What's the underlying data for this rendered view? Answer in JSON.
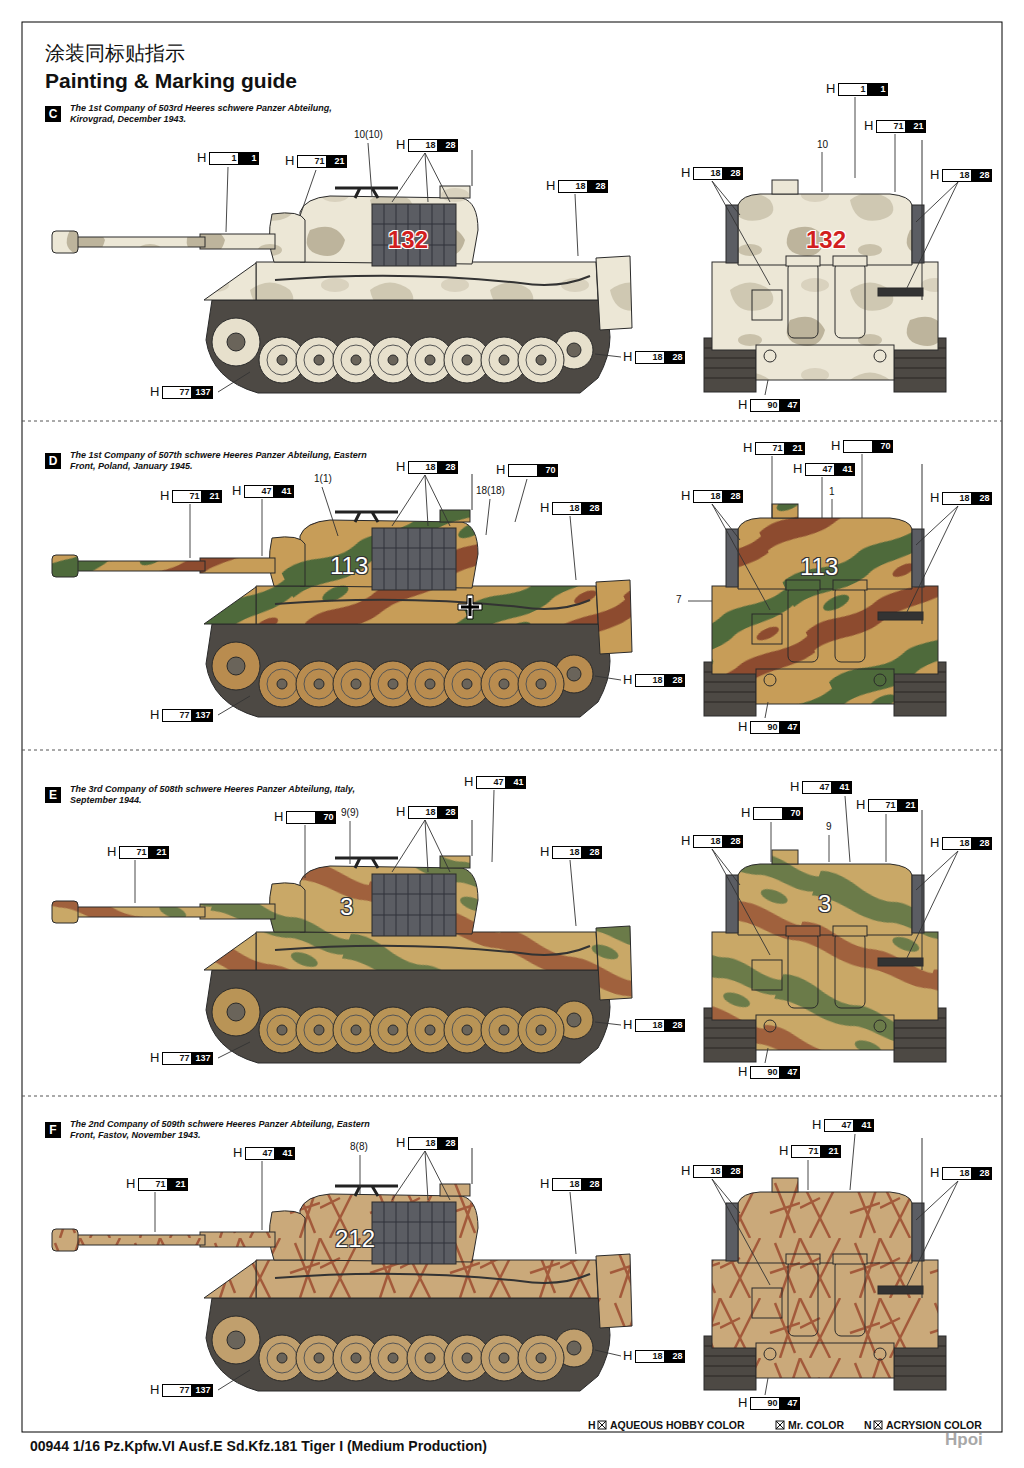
{
  "diagram": {
    "title": "Painting & Marking guide",
    "caption": "00944 1/16 Pz.Kpfw.VI Ausf.E Sd.Kfz.181 Tiger I (Medium Production)",
    "nodes": [
      {
        "text": [
          "C",
          "The 1st Company of 503rd Heeres schwere Panzer Abteilung, Kirovgrad, December 1943."
        ]
      },
      {
        "text": [
          "H",
          "1",
          "1"
        ]
      },
      {
        "text": [
          "H",
          "71",
          "21"
        ]
      },
      {
        "text": [
          "H",
          "18",
          "28"
        ]
      },
      {
        "text": [
          "H",
          "18",
          "28"
        ]
      },
      {
        "text": [
          "H",
          "18",
          "28"
        ]
      },
      {
        "text": [
          "H",
          "77",
          "137"
        ]
      },
      {
        "text": [
          "H",
          "1",
          "1"
        ]
      },
      {
        "text": [
          "H",
          "71",
          "21"
        ]
      },
      {
        "text": [
          "H",
          "18",
          "28"
        ]
      },
      {
        "text": [
          "H",
          "18",
          "28"
        ]
      },
      {
        "text": [
          "H",
          "90",
          "47"
        ]
      },
      {
        "text": [
          "D",
          "The 1st Company of 507th schwere Heeres Panzer Abteilung, Eastern Front, Poland, January 1945."
        ]
      },
      {
        "text": [
          "H",
          "71",
          "21"
        ]
      },
      {
        "text": [
          "H",
          "47",
          "41"
        ]
      },
      {
        "text": [
          "H",
          "18",
          "28"
        ]
      },
      {
        "text": [
          "H",
          "70"
        ]
      },
      {
        "text": [
          "H",
          "18",
          "28"
        ]
      },
      {
        "text": [
          "H",
          "18",
          "28"
        ]
      },
      {
        "text": [
          "H",
          "77",
          "137"
        ]
      },
      {
        "text": [
          "H",
          "71",
          "21"
        ]
      },
      {
        "text": [
          "H",
          "70"
        ]
      },
      {
        "text": [
          "H",
          "47",
          "41"
        ]
      },
      {
        "text": [
          "H",
          "18",
          "28"
        ]
      },
      {
        "text": [
          "H",
          "18",
          "28"
        ]
      },
      {
        "text": [
          "H",
          "90",
          "47"
        ]
      },
      {
        "text": [
          "E",
          "The 3rd Company of 508th schwere Heeres Panzer Abteilung, Italy, September 1944."
        ]
      },
      {
        "text": [
          "H",
          "47",
          "41"
        ]
      },
      {
        "text": [
          "H",
          "70"
        ]
      },
      {
        "text": [
          "H",
          "18",
          "28"
        ]
      },
      {
        "text": [
          "H",
          "71",
          "21"
        ]
      },
      {
        "text": [
          "H",
          "18",
          "28"
        ]
      },
      {
        "text": [
          "H",
          "18",
          "28"
        ]
      },
      {
        "text": [
          "H",
          "77",
          "137"
        ]
      },
      {
        "text": [
          "H",
          "47",
          "41"
        ]
      },
      {
        "text": [
          "H",
          "70"
        ]
      },
      {
        "text": [
          "H",
          "71",
          "21"
        ]
      },
      {
        "text": [
          "H",
          "18",
          "28"
        ]
      },
      {
        "text": [
          "H",
          "18",
          "28"
        ]
      },
      {
        "text": [
          "H",
          "90",
          "47"
        ]
      },
      {
        "text": [
          "F",
          "The 2nd Company of 509th schwere Heeres Panzer Abteilung, Eastern Front, Fastov, November 1943."
        ]
      },
      {
        "text": [
          "H",
          "18",
          "28"
        ]
      },
      {
        "text": [
          "H",
          "47",
          "41"
        ]
      },
      {
        "text": [
          "H",
          "71",
          "21"
        ]
      },
      {
        "text": [
          "H",
          "18",
          "28"
        ]
      },
      {
        "text": [
          "H",
          "18",
          "28"
        ]
      },
      {
        "text": [
          "H",
          "77",
          "137"
        ]
      },
      {
        "text": [
          "H",
          "47",
          "41"
        ]
      },
      {
        "text": [
          "H",
          "71",
          "21"
        ]
      },
      {
        "text": [
          "H",
          "18",
          "28"
        ]
      },
      {
        "text": [
          "H",
          "18",
          "28"
        ]
      },
      {
        "text": [
          "H",
          "90",
          "47"
        ]
      }
    ],
    "labels": [
      "涂装同标贴指示",
      "10(10)",
      "132",
      "10",
      "132",
      "1(1)",
      "18(18)",
      "113",
      "1",
      "113",
      "7",
      "9(9)",
      "3",
      "9",
      "3",
      "8(8)",
      "212",
      "H",
      "N",
      "Hpoi"
    ],
    "legend": [
      {
        "text": "AQUEOUS HOBBY COLOR"
      },
      {
        "text": "Mr. COLOR"
      },
      {
        "text": "ACRYSION COLOR"
      }
    ]
  }
}
